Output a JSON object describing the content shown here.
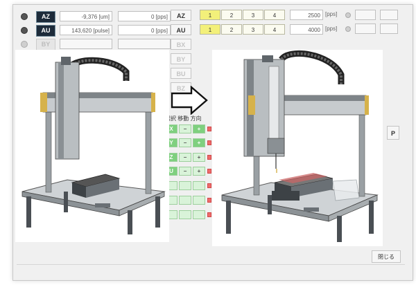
{
  "top_rows": [
    {
      "axis": "AZ",
      "position": "-9,376",
      "pos_unit": "[um]",
      "speed": "0",
      "speed_unit": "[pps]",
      "active": true
    },
    {
      "axis": "AU",
      "position": "143,620",
      "pos_unit": "[pulse]",
      "speed": "0",
      "speed_unit": "[pps]",
      "active": true
    },
    {
      "axis": "BY",
      "position": "",
      "pos_unit": "",
      "speed": "",
      "speed_unit": "",
      "active": false
    }
  ],
  "axis_buttons": [
    "AZ",
    "AU",
    "BX",
    "BY",
    "BU",
    "BZ"
  ],
  "preset_rows": [
    {
      "presets": [
        "1",
        "2",
        "3",
        "4"
      ],
      "selected": "1",
      "speed": "2500",
      "unit": "[pps]"
    },
    {
      "presets": [
        "1",
        "2",
        "3",
        "4"
      ],
      "selected": "1",
      "speed": "4000",
      "unit": "[pps]"
    }
  ],
  "jog": {
    "header": "選択 移動 方向",
    "rows": [
      {
        "axis": "X",
        "minus": "−",
        "plus": "+"
      },
      {
        "axis": "Y",
        "minus": "−",
        "plus": "+"
      },
      {
        "axis": "Z",
        "minus": "−",
        "plus": "+"
      },
      {
        "axis": "U",
        "minus": "−",
        "plus": "+"
      },
      {
        "axis": "",
        "minus": "",
        "plus": ""
      },
      {
        "axis": "",
        "minus": "",
        "plus": ""
      },
      {
        "axis": "",
        "minus": "",
        "plus": ""
      }
    ]
  },
  "close_label": "閉じる",
  "side_label": "P",
  "arrow_icon": "right-arrow-icon",
  "colors": {
    "accent_dark": "#1d2b3a",
    "preset_yellow": "#f3f07a",
    "jog_green": "#7fd07f",
    "stop_red": "#ef6b6b"
  }
}
